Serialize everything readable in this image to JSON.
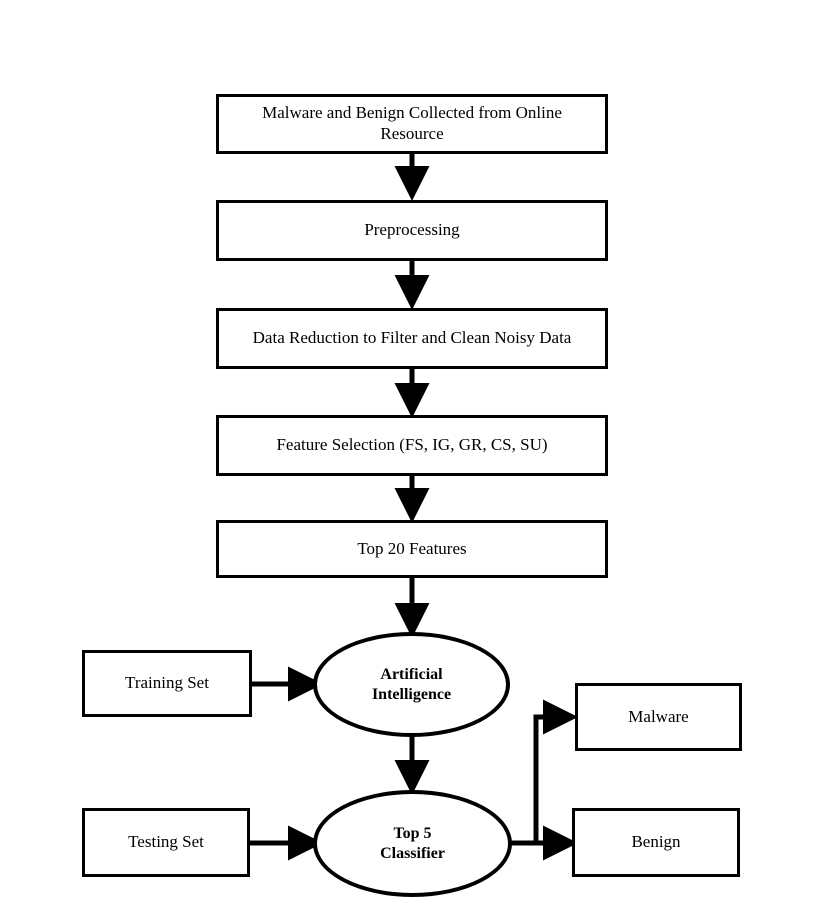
{
  "diagram": {
    "title": "Malware detection machine learning pipeline flowchart",
    "background_color": "#ffffff",
    "stroke_color": "#000000",
    "nodes": [
      {
        "id": "source",
        "label": "Malware and Benign Collected from Online Resource",
        "shape": "rectangle"
      },
      {
        "id": "preprocess",
        "label": "Preprocessing",
        "shape": "rectangle"
      },
      {
        "id": "reduction",
        "label": "Data Reduction to Filter and Clean Noisy Data",
        "shape": "rectangle"
      },
      {
        "id": "selection",
        "label": "Feature Selection (FS, IG, GR, CS, SU)",
        "shape": "rectangle"
      },
      {
        "id": "top20",
        "label": "Top 20 Features",
        "shape": "rectangle"
      },
      {
        "id": "training",
        "label": "Training Set",
        "shape": "rectangle"
      },
      {
        "id": "testing",
        "label": "Testing Set",
        "shape": "rectangle"
      },
      {
        "id": "ai",
        "label": "Artificial\nIntelligence",
        "shape": "ellipse"
      },
      {
        "id": "classifier",
        "label": "Top 5\nClassifier",
        "shape": "ellipse"
      },
      {
        "id": "malware",
        "label": "Malware",
        "shape": "rectangle"
      },
      {
        "id": "benign",
        "label": "Benign",
        "shape": "rectangle"
      }
    ],
    "edges": [
      {
        "from": "source",
        "to": "preprocess",
        "direction": "down"
      },
      {
        "from": "preprocess",
        "to": "reduction",
        "direction": "down"
      },
      {
        "from": "reduction",
        "to": "selection",
        "direction": "down"
      },
      {
        "from": "selection",
        "to": "top20",
        "direction": "down"
      },
      {
        "from": "top20",
        "to": "ai",
        "direction": "down"
      },
      {
        "from": "training",
        "to": "ai",
        "direction": "right"
      },
      {
        "from": "ai",
        "to": "classifier",
        "direction": "down"
      },
      {
        "from": "testing",
        "to": "classifier",
        "direction": "right"
      },
      {
        "from": "classifier",
        "to": "malware",
        "direction": "right-up"
      },
      {
        "from": "classifier",
        "to": "benign",
        "direction": "right"
      }
    ]
  }
}
